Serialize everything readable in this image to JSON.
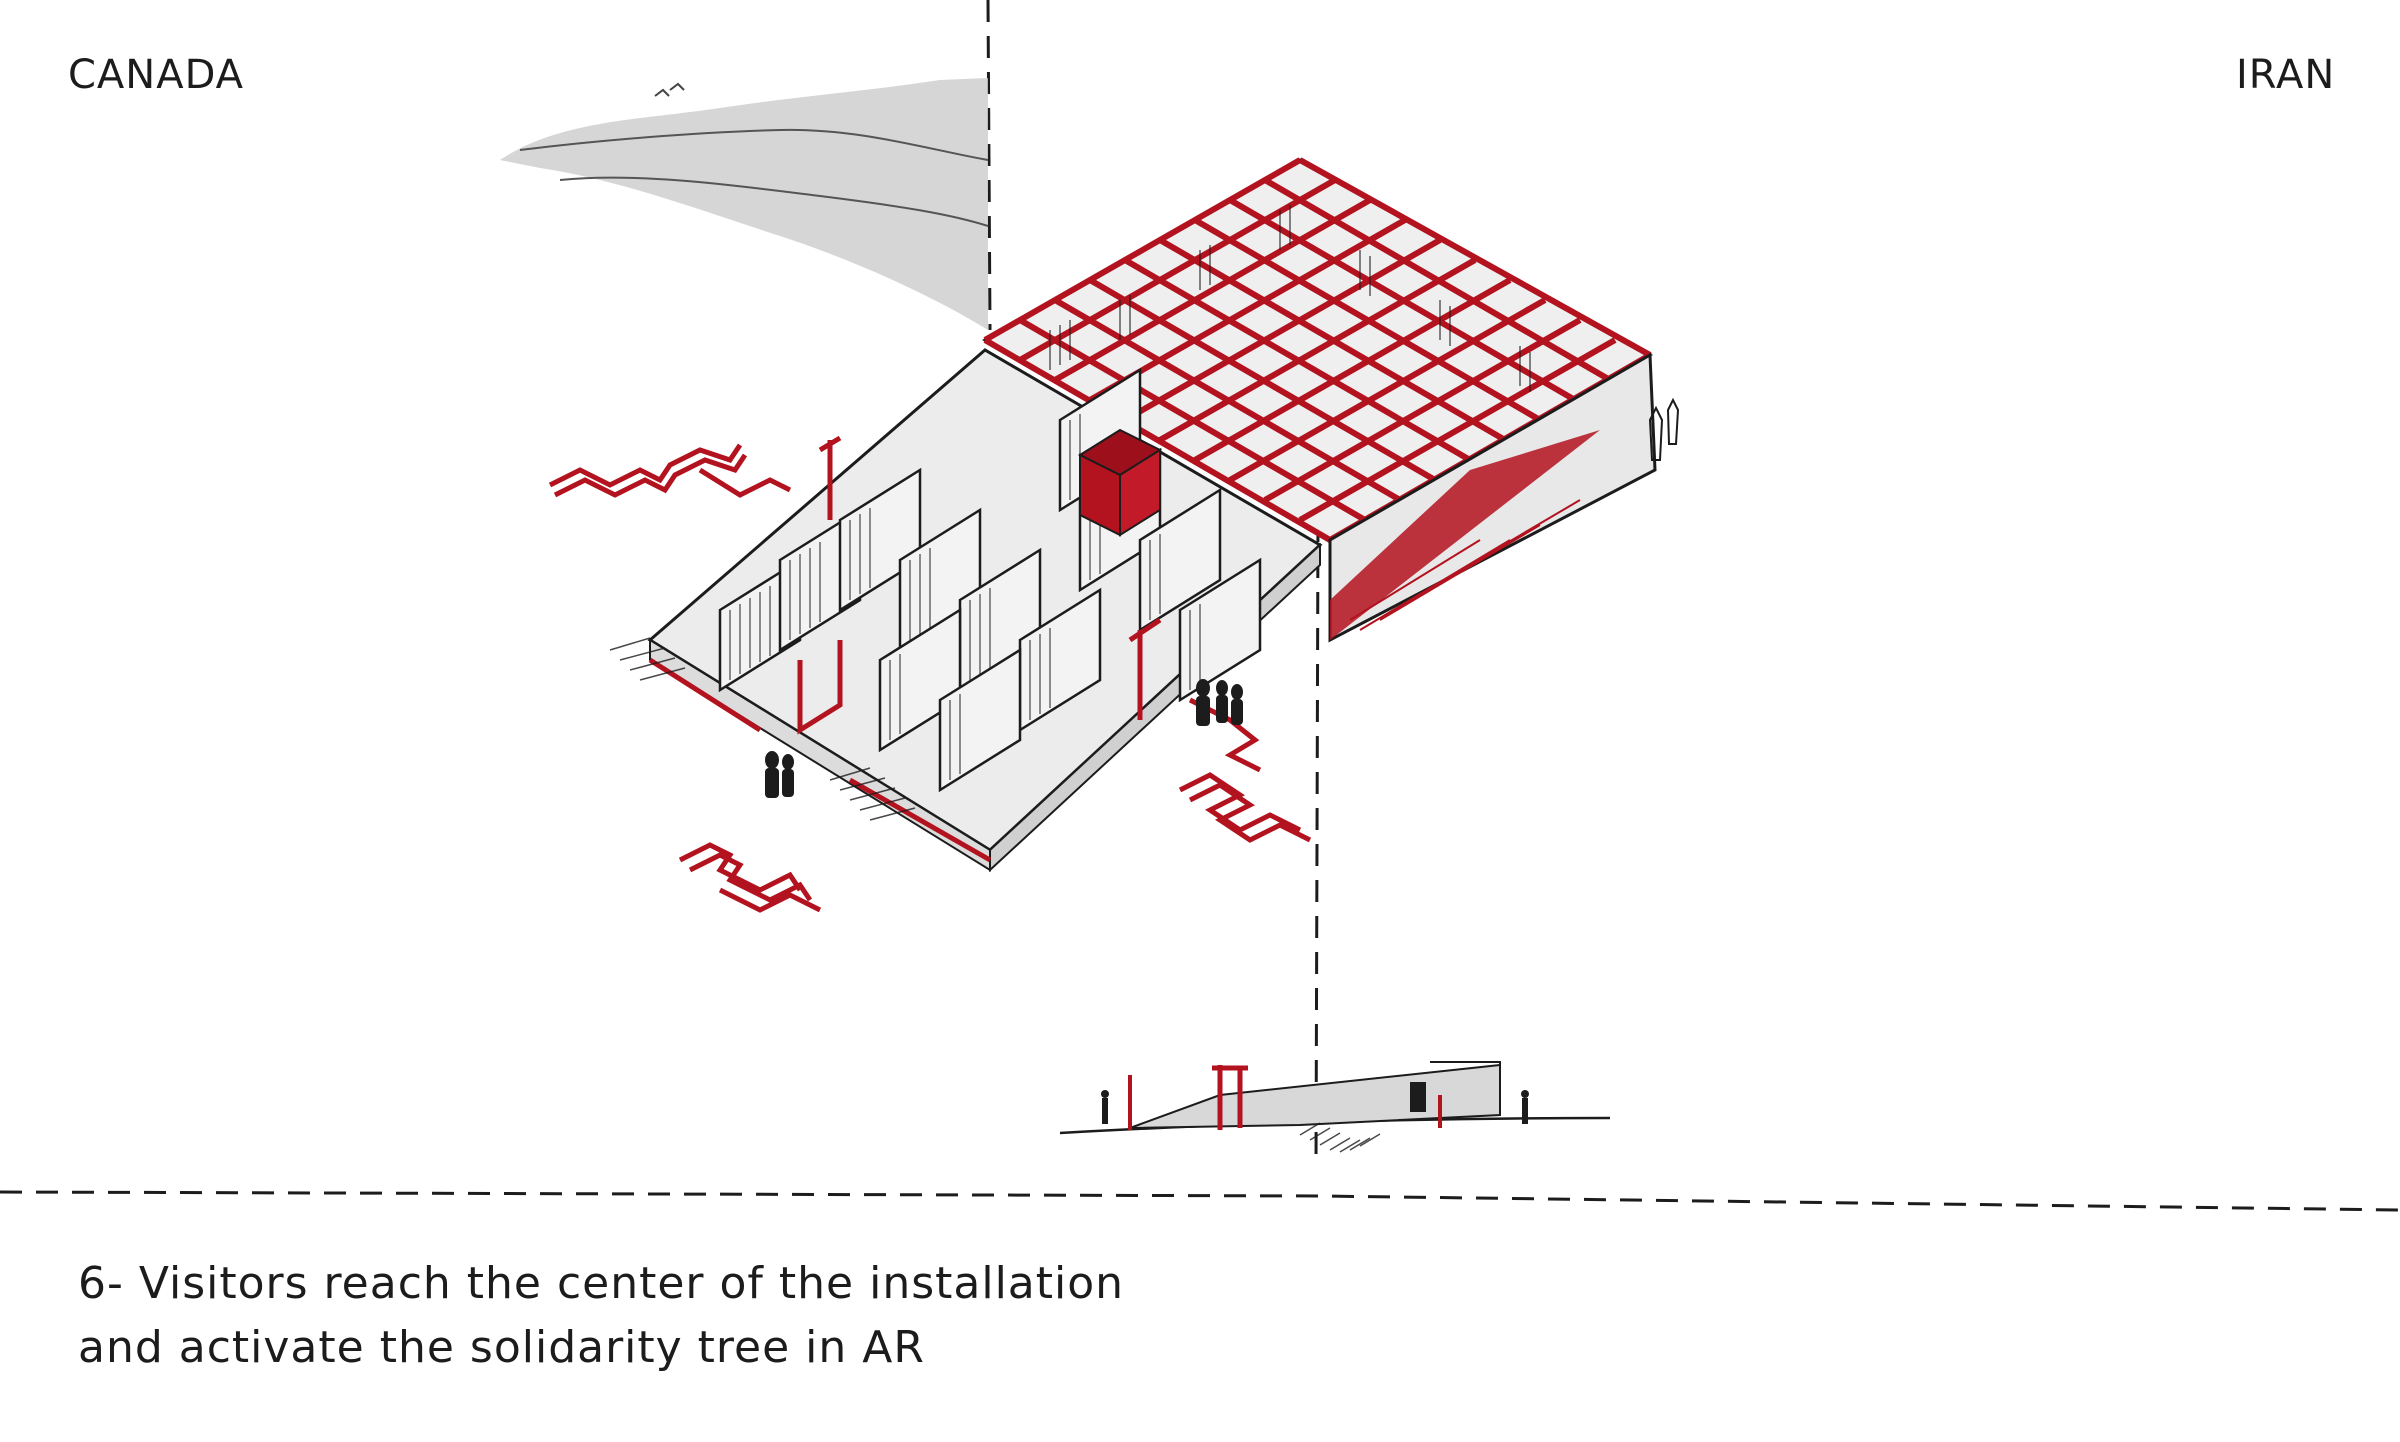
{
  "regions": {
    "left_label": "CANADA",
    "right_label": "IRAN"
  },
  "caption": {
    "line1": "6- Visitors reach the center of the installation",
    "line2": "and activate the solidarity tree in AR"
  },
  "colors": {
    "accent_red": "#b3121f",
    "ink": "#1c1c1c",
    "wall_fill": "#e8e8e8",
    "cloud_fill": "#c9c9c9"
  }
}
